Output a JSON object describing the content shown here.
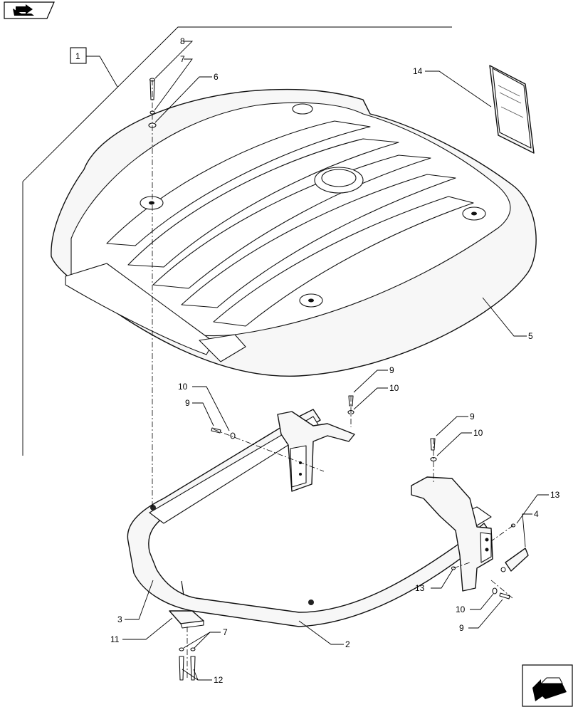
{
  "callouts": {
    "c1": "1",
    "c2": "2",
    "c3": "3",
    "c4": "4",
    "c5": "5",
    "c6": "6",
    "c7a": "7",
    "c7b": "7",
    "c8": "8",
    "c9a": "9",
    "c9b": "9",
    "c9c": "9",
    "c9d": "9",
    "c10a": "10",
    "c10b": "10",
    "c10c": "10",
    "c10d": "10",
    "c11": "11",
    "c12": "12",
    "c13a": "13",
    "c13b": "13",
    "c14": "14"
  },
  "icons": {
    "top_nav": "book-arrow-icon",
    "bottom_nav": "next-page-arrow-icon"
  }
}
